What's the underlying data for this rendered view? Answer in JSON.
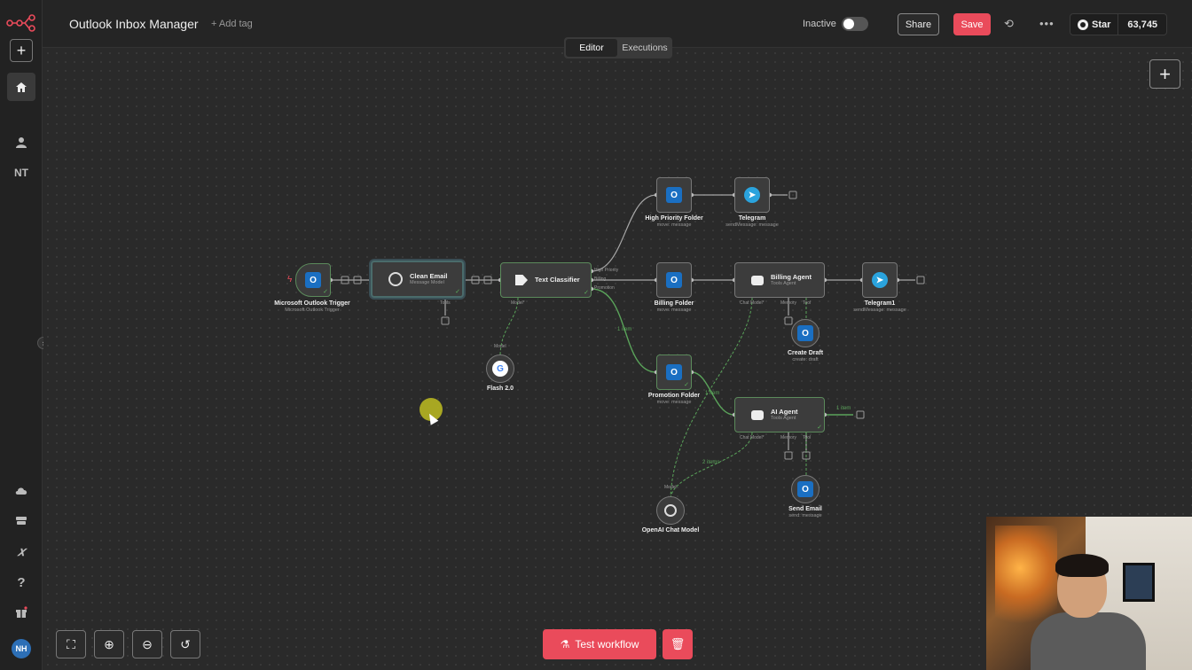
{
  "header": {
    "workflow_title": "Outlook Inbox Manager",
    "add_tag": "+ Add tag",
    "status_label": "Inactive",
    "share_label": "Share",
    "save_label": "Save",
    "github_star": "Star",
    "github_count": "63,745"
  },
  "view_tabs": [
    {
      "label": "Editor",
      "active": true
    },
    {
      "label": "Executions",
      "active": false
    }
  ],
  "sidebar": {
    "user_initials": "NT",
    "avatar_initials": "NH"
  },
  "nodes": {
    "trigger": {
      "title": "Microsoft Outlook Trigger",
      "subtitle": "Microsoft Outlook Trigger"
    },
    "clean_email": {
      "title": "Clean Email",
      "subtitle": "Message Model",
      "port": "Tools"
    },
    "text_classifier": {
      "title": "Text Classifier",
      "port": "Model*",
      "outputs": [
        "High Priority",
        "Billing",
        "Promotion"
      ]
    },
    "flash": {
      "title": "Flash 2.0",
      "port": "Model"
    },
    "high_priority_folder": {
      "title": "High Priority Folder",
      "subtitle": "move: message"
    },
    "telegram": {
      "title": "Telegram",
      "subtitle": "sendMessage: message"
    },
    "billing_folder": {
      "title": "Billing Folder",
      "subtitle": "move: message"
    },
    "billing_agent": {
      "title": "Billing Agent",
      "subtitle": "Tools Agent",
      "ports": [
        "Chat Model*",
        "Memory",
        "Tool"
      ]
    },
    "telegram1": {
      "title": "Telegram1",
      "subtitle": "sendMessage: message"
    },
    "create_draft": {
      "title": "Create Draft",
      "subtitle": "create: draft"
    },
    "promotion_folder": {
      "title": "Promotion Folder",
      "subtitle": "move: message"
    },
    "ai_agent": {
      "title": "AI Agent",
      "subtitle": "Tools Agent",
      "ports": [
        "Chat Model*",
        "Memory",
        "Tool"
      ]
    },
    "send_email": {
      "title": "Send Email",
      "subtitle": "send: message"
    },
    "openai": {
      "title": "OpenAI Chat Model",
      "port": "Model"
    }
  },
  "edge_counts": {
    "classifier_to_promotion": "1 item",
    "promotion_to_agent": "1 item",
    "ai_agent_out": "1 item",
    "openai_to_agent": "2 items"
  },
  "controls": {
    "test_workflow": "Test workflow"
  },
  "icons": [
    "n8n-logo-icon",
    "plus-icon",
    "home-icon",
    "user-icon",
    "cloud-icon",
    "template-icon",
    "variables-icon",
    "help-icon",
    "gift-icon",
    "history-icon",
    "more-icon",
    "github-icon",
    "fit-view-icon",
    "zoom-in-icon",
    "zoom-out-icon",
    "reset-icon",
    "flask-icon",
    "trash-icon"
  ],
  "colors": {
    "accent": "#ea4b5b",
    "success": "#5bb35b",
    "outlook": "#1a6fc2",
    "telegram": "#2aa3dd"
  }
}
